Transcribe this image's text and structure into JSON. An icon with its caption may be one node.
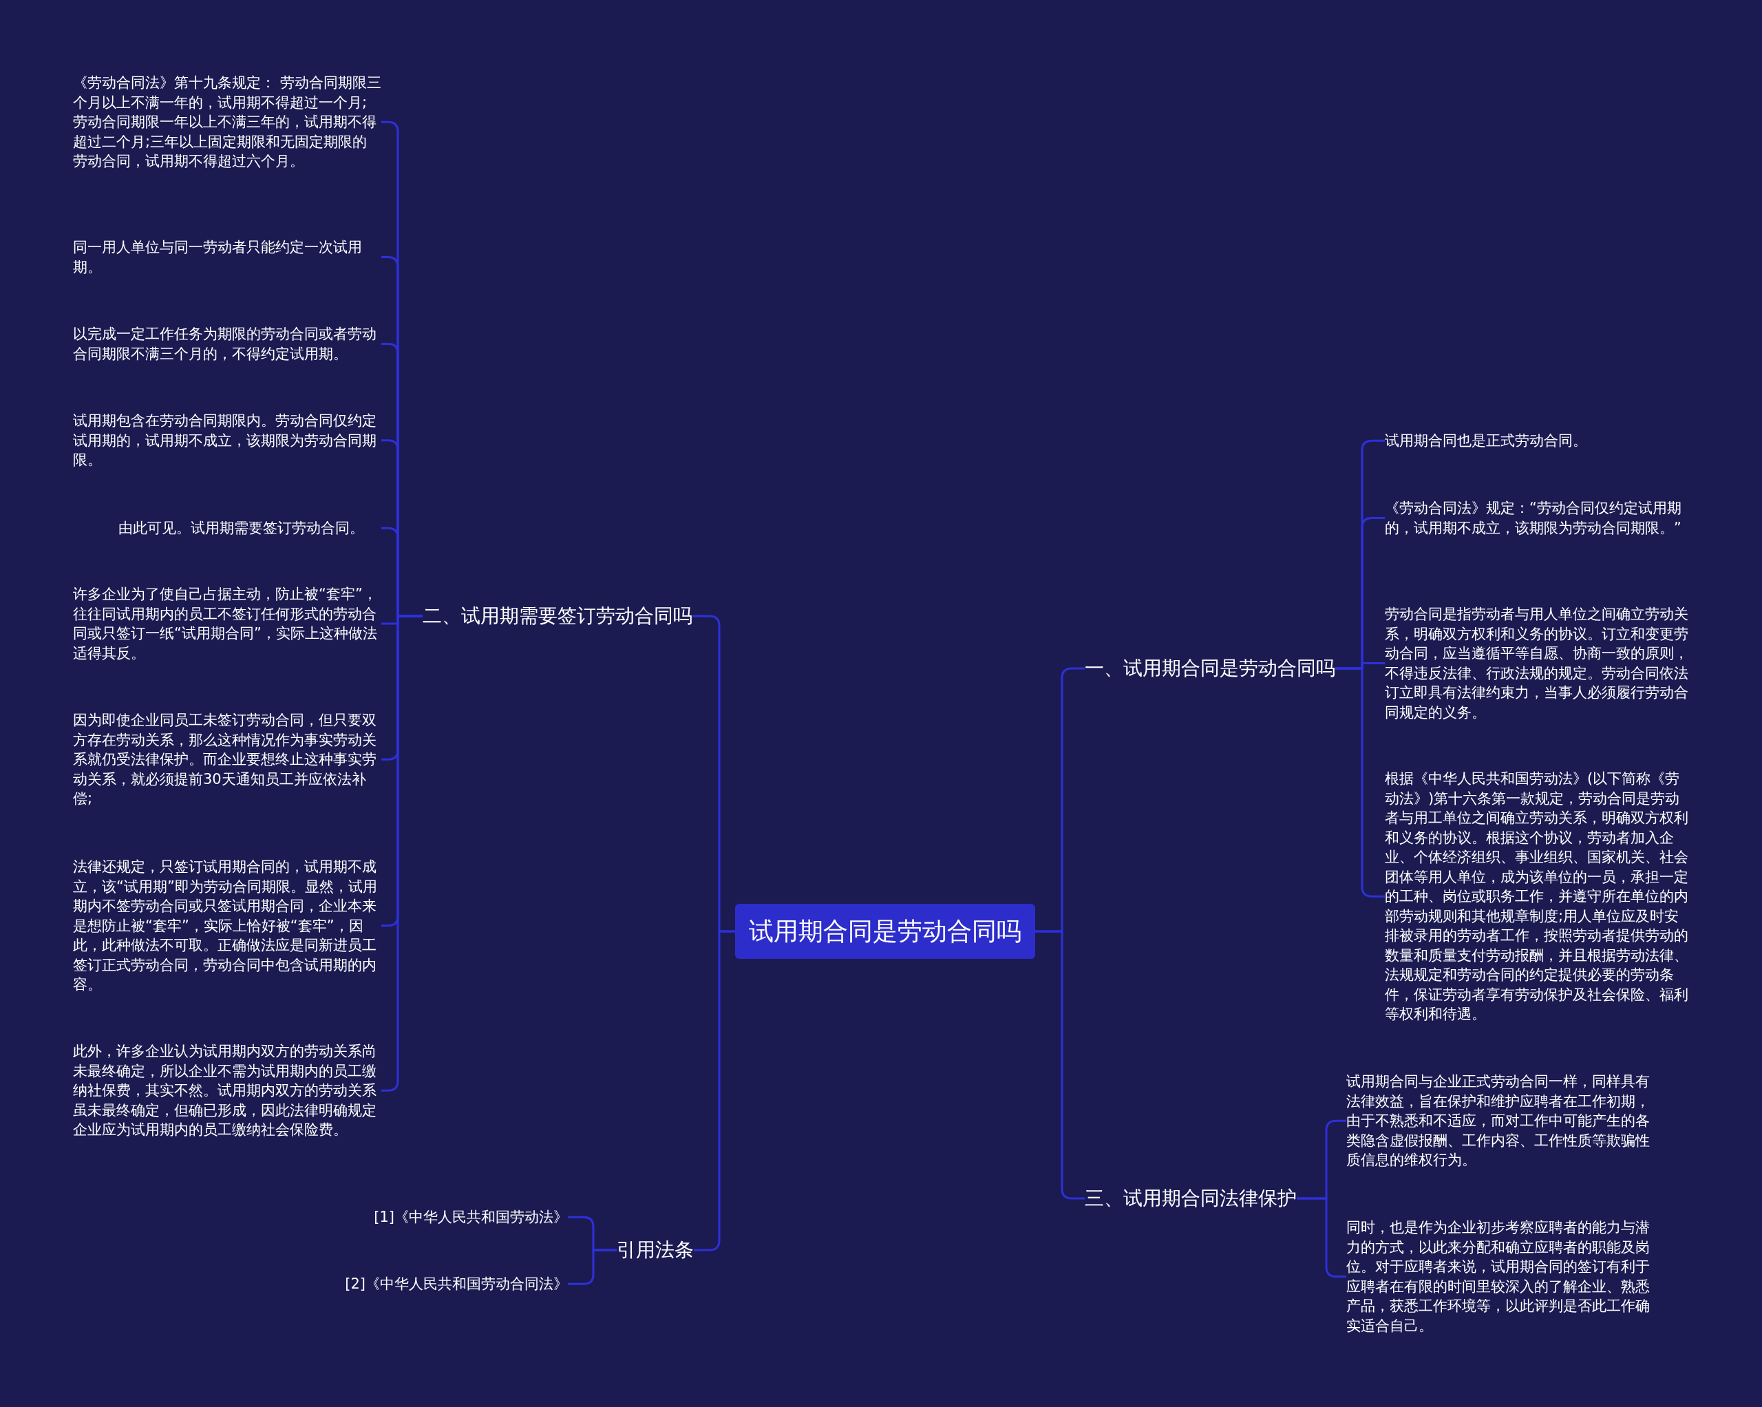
{
  "diagram": {
    "nodes": [
      {
        "text": [
          "试用期合同是劳动合同吗"
        ]
      },
      {
        "text": [
          "一、试用期合同是劳动合同吗"
        ]
      },
      {
        "text": [
          "试用期合同也是正式劳动合同。"
        ]
      },
      {
        "text": [
          "《劳动合同法》规定：“劳动合同仅约定试用期的，试用期不成立，该期限为劳动合同期限。”"
        ]
      },
      {
        "text": [
          "劳动合同是指劳动者与用人单位之间确立劳动关系，明确双方权利和义务的协议。订立和变更劳动合同，应当遵循平等自愿、协商一致的原则，不得违反法律、行政法规的规定。劳动合同依法订立即具有法律约束力，当事人必须履行劳动合同规定的义务。"
        ]
      },
      {
        "text": [
          "根据《中华人民共和国劳动法》(以下简称《劳动法》)第十六条第一款规定，劳动合同是劳动者与用工单位之间确立劳动关系，明确双方权利和义务的协议。根据这个协议，劳动者加入企业、个体经济组织、事业组织、国家机关、社会团体等用人单位，成为该单位的一员，承担一定的工种、岗位或职务工作，并遵守所在单位的内部劳动规则和其他规章制度;用人单位应及时安排被录用的劳动者工作，按照劳动者提供劳动的数量和质量支付劳动报酬，并且根据劳动法律、法规规定和劳动合同的约定提供必要的劳动条件，保证劳动者享有劳动保护及社会保险、福利等权利和待遇。"
        ]
      },
      {
        "text": [
          "二、试用期需要签订劳动合同吗"
        ]
      },
      {
        "text": [
          "《劳动合同法》第十九条规定： 劳动合同期限三个月以上不满一年的，试用期不得超过一个月;劳动合同期限一年以上不满三年的，试用期不得超过二个月;三年以上固定期限和无固定期限的劳动合同，试用期不得超过六个月。"
        ]
      },
      {
        "text": [
          "同一用人单位与同一劳动者只能约定一次试用期。"
        ]
      },
      {
        "text": [
          "以完成一定工作任务为期限的劳动合同或者劳动合同期限不满三个月的，不得约定试用期。"
        ]
      },
      {
        "text": [
          "试用期包含在劳动合同期限内。劳动合同仅约定试用期的，试用期不成立，该期限为劳动合同期限。"
        ]
      },
      {
        "text": [
          "由此可见。试用期需要签订劳动合同。"
        ]
      },
      {
        "text": [
          "许多企业为了使自己占据主动，防止被“套牢”，往往同试用期内的员工不签订任何形式的劳动合同或只签订一纸“试用期合同”，实际上这种做法适得其反。"
        ]
      },
      {
        "text": [
          "因为即使企业同员工未签订劳动合同，但只要双方存在劳动关系，那么这种情况作为事实劳动关系就仍受法律保护。而企业要想终止这种事实劳动关系，就必须提前30天通知员工并应依法补偿;"
        ]
      },
      {
        "text": [
          "法律还规定，只签订试用期合同的，试用期不成立，该“试用期”即为劳动合同期限。显然，试用期内不签劳动合同或只签试用期合同，企业本来是想防止被“套牢”，实际上恰好被“套牢”，因此，此种做法不可取。正确做法应是同新进员工签订正式劳动合同，劳动合同中包含试用期的内容。"
        ]
      },
      {
        "text": [
          "此外，许多企业认为试用期内双方的劳动关系尚未最终确定，所以企业不需为试用期内的员工缴纳社保费，其实不然。试用期内双方的劳动关系虽未最终确定，但确已形成，因此法律明确规定企业应为试用期内的员工缴纳社会保险费。"
        ]
      },
      {
        "text": [
          "引用法条"
        ]
      },
      {
        "text": [
          "[1]《中华人民共和国劳动法》"
        ]
      },
      {
        "text": [
          "[2]《中华人民共和国劳动合同法》"
        ]
      },
      {
        "text": [
          "三、试用期合同法律保护"
        ]
      },
      {
        "text": [
          "试用期合同与企业正式劳动合同一样，同样具有法律效益，旨在保护和维护应聘者在工作初期，由于不熟悉和不适应，而对工作中可能产生的各类隐含虚假报酬、工作内容、工作性质等欺骗性质信息的维权行为。"
        ]
      },
      {
        "text": [
          "同时，也是作为企业初步考察应聘者的能力与潜力的方式，以此来分配和确立应聘者的职能及岗位。对于应聘者来说，试用期合同的签订有利于应聘者在有限的时间里较深入的了解企业、熟悉产品，获悉工作环境等，以此评判是否此工作确实适合自己。"
        ]
      }
    ],
    "edges": [
      {
        "from": 0,
        "to": 1,
        "arrow": "none"
      },
      {
        "from": 1,
        "to": 2,
        "arrow": "none"
      },
      {
        "from": 1,
        "to": 3,
        "arrow": "none"
      },
      {
        "from": 1,
        "to": 4,
        "arrow": "none"
      },
      {
        "from": 1,
        "to": 5,
        "arrow": "none"
      },
      {
        "from": 0,
        "to": 6,
        "arrow": "none"
      },
      {
        "from": 6,
        "to": 7,
        "arrow": "none"
      },
      {
        "from": 6,
        "to": 8,
        "arrow": "none"
      },
      {
        "from": 6,
        "to": 9,
        "arrow": "none"
      },
      {
        "from": 6,
        "to": 10,
        "arrow": "none"
      },
      {
        "from": 6,
        "to": 11,
        "arrow": "none"
      },
      {
        "from": 6,
        "to": 12,
        "arrow": "none"
      },
      {
        "from": 6,
        "to": 13,
        "arrow": "none"
      },
      {
        "from": 6,
        "to": 14,
        "arrow": "none"
      },
      {
        "from": 6,
        "to": 15,
        "arrow": "none"
      },
      {
        "from": 0,
        "to": 16,
        "arrow": "none"
      },
      {
        "from": 16,
        "to": 17,
        "arrow": "none"
      },
      {
        "from": 16,
        "to": 18,
        "arrow": "none"
      },
      {
        "from": 0,
        "to": 19,
        "arrow": "none"
      },
      {
        "from": 19,
        "to": 20,
        "arrow": "none"
      },
      {
        "from": 19,
        "to": 21,
        "arrow": "none"
      }
    ]
  }
}
